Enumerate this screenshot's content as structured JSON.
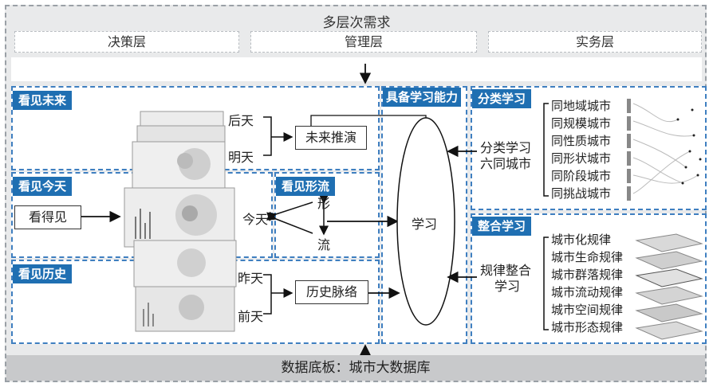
{
  "top": {
    "title": "多层次需求",
    "layers": [
      "决策层",
      "管理层",
      "实务层"
    ]
  },
  "panels": {
    "future": {
      "tag": "看见未来",
      "days": [
        "后天",
        "明天"
      ],
      "box": "未来推演"
    },
    "today": {
      "tag": "看见今天",
      "box": "看得见",
      "day": "今天"
    },
    "flow": {
      "tag": "看见形流",
      "top": "形",
      "bottom": "流"
    },
    "history": {
      "tag": "看见历史",
      "days": [
        "昨天",
        "前天"
      ],
      "box": "历史脉络"
    },
    "learning": {
      "tag": "具备学习能力",
      "center": "学习"
    },
    "classify": {
      "tag": "分类学习",
      "label_line1": "分类学习",
      "label_line2": "六同城市",
      "items": [
        "同地域城市",
        "同规模城市",
        "同性质城市",
        "同形状城市",
        "同阶段城市",
        "同挑战城市"
      ]
    },
    "integrate": {
      "tag": "整合学习",
      "label_line1": "规律整合",
      "label_line2": "学习",
      "items": [
        "城市化规律",
        "城市生命规律",
        "城市群落规律",
        "城市流动规律",
        "城市空间规律",
        "城市形态规律"
      ]
    }
  },
  "bottom": {
    "label": "数据底板：城市大数据库"
  }
}
